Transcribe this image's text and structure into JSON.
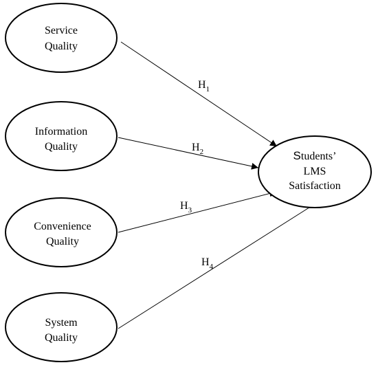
{
  "nodes": {
    "service": {
      "line1": "Service",
      "line2": "Quality"
    },
    "information": {
      "line1": "Information",
      "line2": "Quality"
    },
    "convenience": {
      "line1": "Convenience",
      "line2": "Quality"
    },
    "system": {
      "line1": "System",
      "line2": "Quality"
    },
    "satisfaction": {
      "line1_initial": "S",
      "line1_rest": "tudents’",
      "line2": "LMS",
      "line3": "Satisfaction"
    }
  },
  "hypotheses": [
    {
      "letter": "H",
      "number": "1"
    },
    {
      "letter": "H",
      "number": "2"
    },
    {
      "letter": "H",
      "number": "3"
    },
    {
      "letter": "H",
      "number": "4"
    }
  ]
}
